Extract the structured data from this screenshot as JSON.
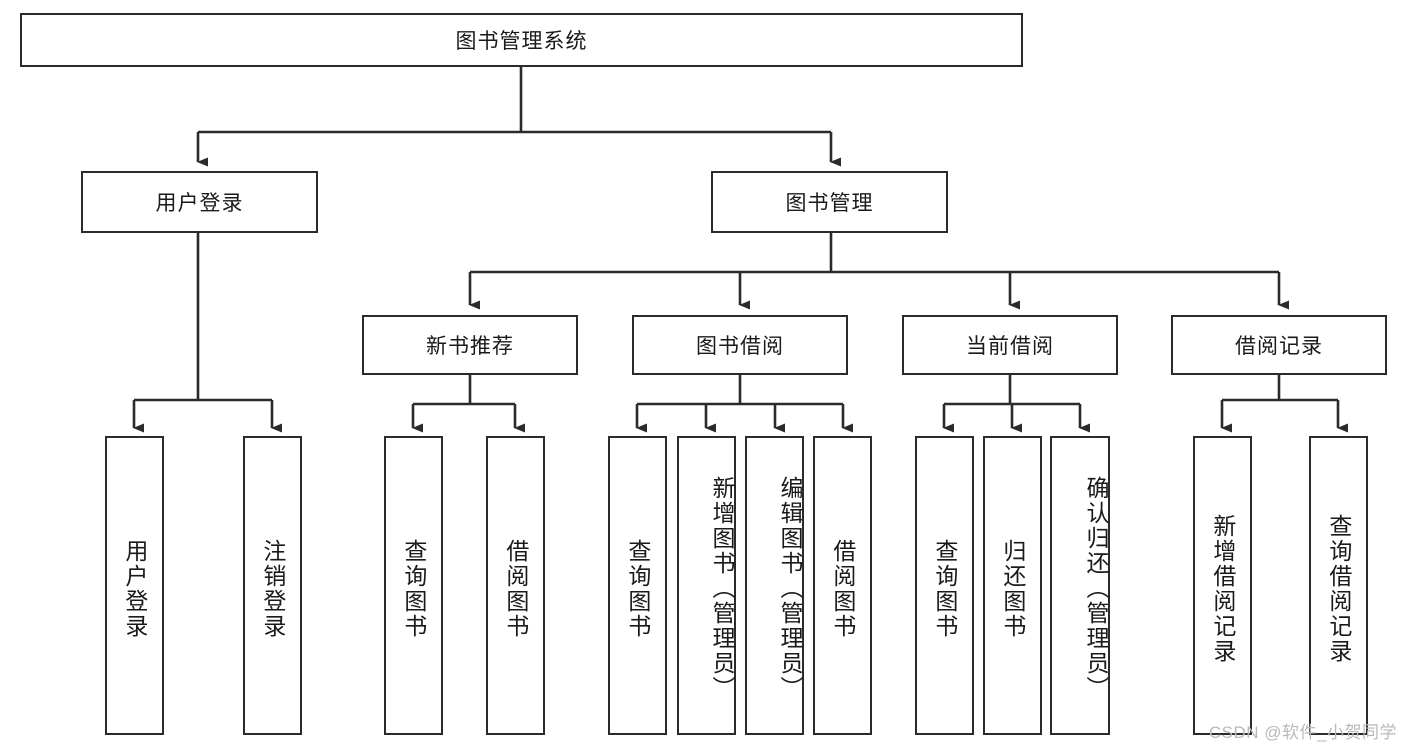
{
  "diagram": {
    "title": "图书管理系统",
    "type": "tree-hierarchy",
    "watermark": "CSDN @软件_小贺同学",
    "colors": {
      "box_border": "#2b2b2b",
      "box_fill": "#ffffff",
      "connector": "#2b2b2b",
      "watermark": "#b9b9b9",
      "background": "#ffffff"
    },
    "nodes": {
      "root": {
        "label": "图书管理系统"
      },
      "level2": [
        {
          "id": "user-login",
          "label": "用户登录"
        },
        {
          "id": "book-management",
          "label": "图书管理"
        }
      ],
      "level3": [
        {
          "id": "new-book-recommend",
          "label": "新书推荐"
        },
        {
          "id": "book-borrow",
          "label": "图书借阅"
        },
        {
          "id": "current-borrow",
          "label": "当前借阅"
        },
        {
          "id": "borrow-record",
          "label": "借阅记录"
        }
      ],
      "leaves": {
        "user-login": [
          {
            "id": "login",
            "label": "用户登录"
          },
          {
            "id": "logout",
            "label": "注销登录"
          }
        ],
        "new-book-recommend": [
          {
            "id": "query-book-1",
            "label": "查询图书"
          },
          {
            "id": "borrow-book-1",
            "label": "借阅图书"
          }
        ],
        "book-borrow": [
          {
            "id": "query-book-2",
            "label": "查询图书"
          },
          {
            "id": "add-book",
            "label": "新增图书（管理员）"
          },
          {
            "id": "edit-book",
            "label": "编辑图书（管理员）"
          },
          {
            "id": "borrow-book-2",
            "label": "借阅图书"
          }
        ],
        "current-borrow": [
          {
            "id": "query-book-3",
            "label": "查询图书"
          },
          {
            "id": "return-book",
            "label": "归还图书"
          },
          {
            "id": "confirm-return",
            "label": "确认归还（管理员）"
          }
        ],
        "borrow-record": [
          {
            "id": "add-borrow-record",
            "label": "新增借阅记录"
          },
          {
            "id": "query-borrow-record",
            "label": "查询借阅记录"
          }
        ]
      }
    }
  }
}
